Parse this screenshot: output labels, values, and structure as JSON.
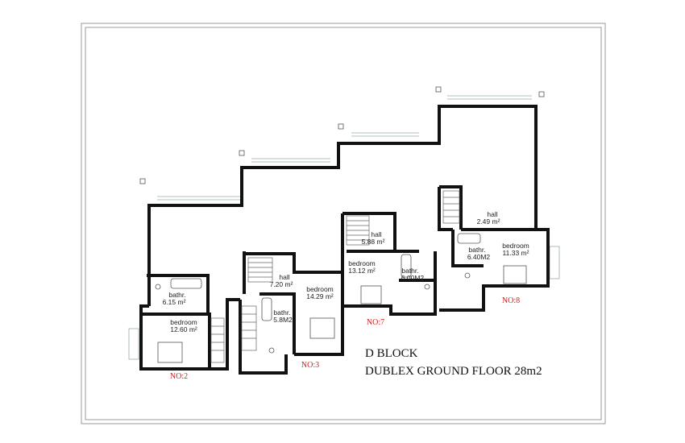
{
  "block": {
    "title": "D BLOCK",
    "subtitle": "DUBLEX GROUND FLOOR 28m2"
  },
  "units": [
    {
      "id": "no2",
      "label": "NO:2"
    },
    {
      "id": "no3",
      "label": "NO:3"
    },
    {
      "id": "no7",
      "label": "NO:7"
    },
    {
      "id": "no8",
      "label": "NO:8"
    }
  ],
  "rooms": [
    {
      "id": "u2-bath",
      "name": "bathr.",
      "area": "6.15 m²"
    },
    {
      "id": "u2-bed",
      "name": "bedroom",
      "area": "12.60 m²"
    },
    {
      "id": "u3-hall",
      "name": "hall",
      "area": "7.20 m²"
    },
    {
      "id": "u3-bed",
      "name": "bedroom",
      "area": "14.29 m²"
    },
    {
      "id": "u3-bath",
      "name": "bathr.",
      "area": "5.8M2"
    },
    {
      "id": "u7-hall",
      "name": "hall",
      "area": "5.88 m²"
    },
    {
      "id": "u7-bed",
      "name": "bedroom",
      "area": "13.12 m²"
    },
    {
      "id": "u7-bath",
      "name": "bathr.",
      "area": "6.00M2"
    },
    {
      "id": "u8-hall",
      "name": "hall",
      "area": "2.49 m²"
    },
    {
      "id": "u8-bath",
      "name": "bathr.",
      "area": "6.40M2"
    },
    {
      "id": "u8-bed",
      "name": "bedroom",
      "area": "11.33 m²"
    }
  ],
  "colors": {
    "wall": "#111111",
    "frame": "#9a9a9a",
    "unit_label": "#d02020",
    "fixture": "#555555"
  }
}
